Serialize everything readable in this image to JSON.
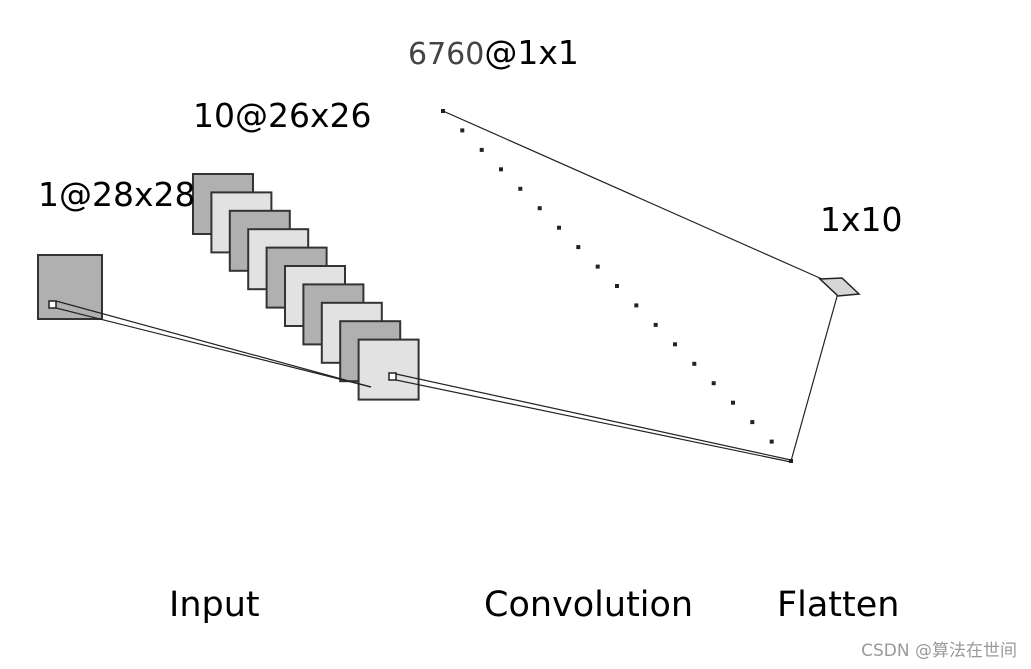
{
  "labels": {
    "input_dims": "1@28x28",
    "conv_dims": "10@26x26",
    "flat_count": "6760",
    "flat_rest": "@1x1",
    "output_dims": "1x10"
  },
  "stages": {
    "input": "Input",
    "convolution": "Convolution",
    "flatten": "Flatten"
  },
  "watermark": "CSDN @算法在世间",
  "colors": {
    "dark_fill": "#b0b0b0",
    "light_fill": "#e2e2e2",
    "stroke": "#333333",
    "line": "#222222",
    "dot": "#222222"
  },
  "conv_map_count": 10,
  "flatten_dot_count": 19
}
